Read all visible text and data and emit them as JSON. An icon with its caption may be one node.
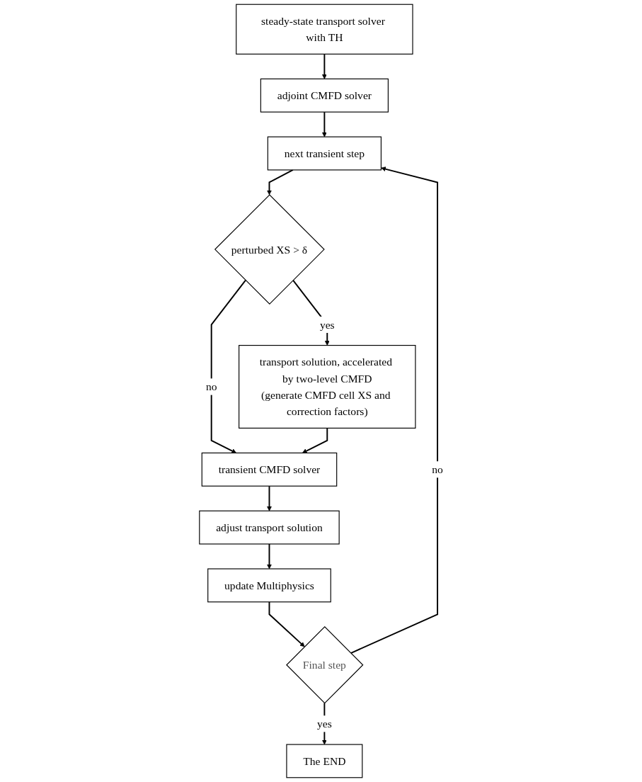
{
  "diagram": {
    "nodes": [
      {
        "text": [
          "steady-state transport solver with TH"
        ]
      },
      {
        "text": [
          "adjoint CMFD solver"
        ]
      },
      {
        "text": [
          "next transient step"
        ]
      },
      {
        "text": [
          "perturbed XS > δ"
        ]
      },
      {
        "text": [
          "transport solution, accelerated by two-level CMFD",
          "(generate CMFD cell XS and correction factors)"
        ]
      },
      {
        "text": [
          "transient CMFD solver"
        ]
      },
      {
        "text": [
          "adjust transport solution"
        ]
      },
      {
        "text": [
          "update Multiphysics"
        ]
      },
      {
        "text": [
          "Final step"
        ]
      },
      {
        "text": [
          "The END"
        ]
      }
    ],
    "edges": [
      {
        "from": 0,
        "to": 1,
        "arrow": "to"
      },
      {
        "from": 1,
        "to": 2,
        "arrow": "to"
      },
      {
        "from": 2,
        "to": 3,
        "arrow": "to"
      },
      {
        "from": 3,
        "to": 4,
        "arrow": "to",
        "label": "yes"
      },
      {
        "from": 3,
        "to": 5,
        "arrow": "to",
        "label": "no"
      },
      {
        "from": 4,
        "to": 5,
        "arrow": "to"
      },
      {
        "from": 5,
        "to": 6,
        "arrow": "to"
      },
      {
        "from": 6,
        "to": 7,
        "arrow": "to"
      },
      {
        "from": 7,
        "to": 8,
        "arrow": "to"
      },
      {
        "from": 8,
        "to": 2,
        "arrow": "to",
        "label": "no"
      },
      {
        "from": 8,
        "to": 9,
        "arrow": "to",
        "label": "yes"
      }
    ]
  }
}
